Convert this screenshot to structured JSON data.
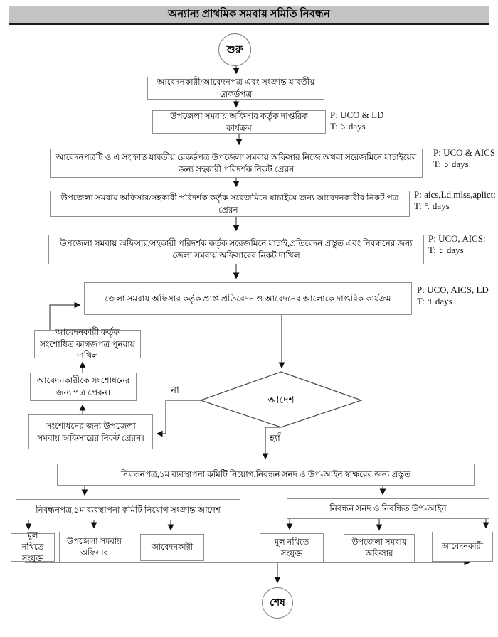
{
  "title": "অন্যান্য প্রাথমিক সমবায় সমিতি নিবন্ধন",
  "terminals": {
    "start": "শুরু",
    "end": "শেষ"
  },
  "decision": {
    "label": "আদেশ",
    "no": "না",
    "yes": "হ্যাঁ"
  },
  "flow": {
    "records": "আবেদনকারী/আবেদনপত্র এবং সংক্রান্ত যাবতীয় রেকর্ডপত্র",
    "upazila_official": "উপজেলা সমবায় অফিসার কর্তৃক দাপ্তরিক কার্যক্রম",
    "send_inspector": "আবেদনপত্রটি ও এ সংক্রান্ত যাবতীয় রেকর্ডপত্র উপজেলা সমবায় অফিসার নিজে অথবা সরেজমিনে যাচাইয়ের জন্য সহকারী পরিদর্শক নিকট প্রেরন",
    "letter_applicant": "উপজেলা সমবায় অফিসার/সহকারী পরিদর্শক কর্তৃক সরেজমিনে যাচাইয়ে জন্য আবেদনকারীর নিকট পত্র প্রেরন।",
    "verify_submit": "উপজেলা সমবায় অফিসার/সহকারী পরিদর্শক কর্তৃক সরেজমিনে যাচাই,প্রতিবেদন প্রস্তুত এবং নিবন্ধনের জন্য জেলা সমবায় অফিসারের নিকট দাখিল",
    "district_action": "জেলা সমবায় অফিসার কর্তৃক প্রাপ্ত প্রতিবেদন ও আবেদনের আলোকে দাপ্তরিক কার্যক্রম",
    "prepare": "নিবন্ধনপত্র,১ম ব্যবস্থাপনা কমিটি নিয়োগ,নিবন্ধন সনদ ও উপ-আইন স্বাক্ষরের জন্য প্রস্তুত",
    "order": "নিবন্ধনপত্র,১ম ব্যবস্থাপনা কমিটি নিয়োগ সংক্রান্ত আদেশ",
    "certificate": "নিবন্ধন সনদ ও নিবন্ধিত উপ-আইন"
  },
  "loop": {
    "resubmit": "আবেদনকারী কর্তৃক সংশোধিত কাগজপত্র পুনরায় দাখিল",
    "letter": "আবেদনকারীকে সংশোধনের জন্য পত্র প্রেরন।",
    "send_upazila": "সংশোধনের জন্য উপজেলা সমবায় অফিসারের নিকট প্রেরন।"
  },
  "notes": {
    "upazila_official": {
      "p": "P: UCO & LD",
      "t": "T: ১ days"
    },
    "send_inspector": {
      "p": "P: UCO & AICS",
      "t": "T: ১ days"
    },
    "letter_applicant": {
      "p": "P: aics,Ld.mlss,aplict:",
      "t": "T: ৭ days"
    },
    "verify_submit": {
      "p": "P: UCO, AICS:",
      "t": "T: ১ days"
    },
    "district_action": {
      "p": "P: UCO, AICS, LD",
      "t": "T: ৭ days"
    }
  },
  "distribution": {
    "left": [
      "মূল নথিতে সংযুক্ত",
      "উপজেলা সমবায় অফিসার",
      "আবেদনকারী"
    ],
    "right": [
      "মূল নথিতে সংযুক্ত",
      "উপজেলা সমবায় অফিসার",
      "আবেদনকারী"
    ]
  },
  "colors": {
    "title_bg": "#c3c3c3",
    "box_border": "#8f8f8f",
    "line": "#4a4a4a",
    "arrow": "#111111"
  }
}
